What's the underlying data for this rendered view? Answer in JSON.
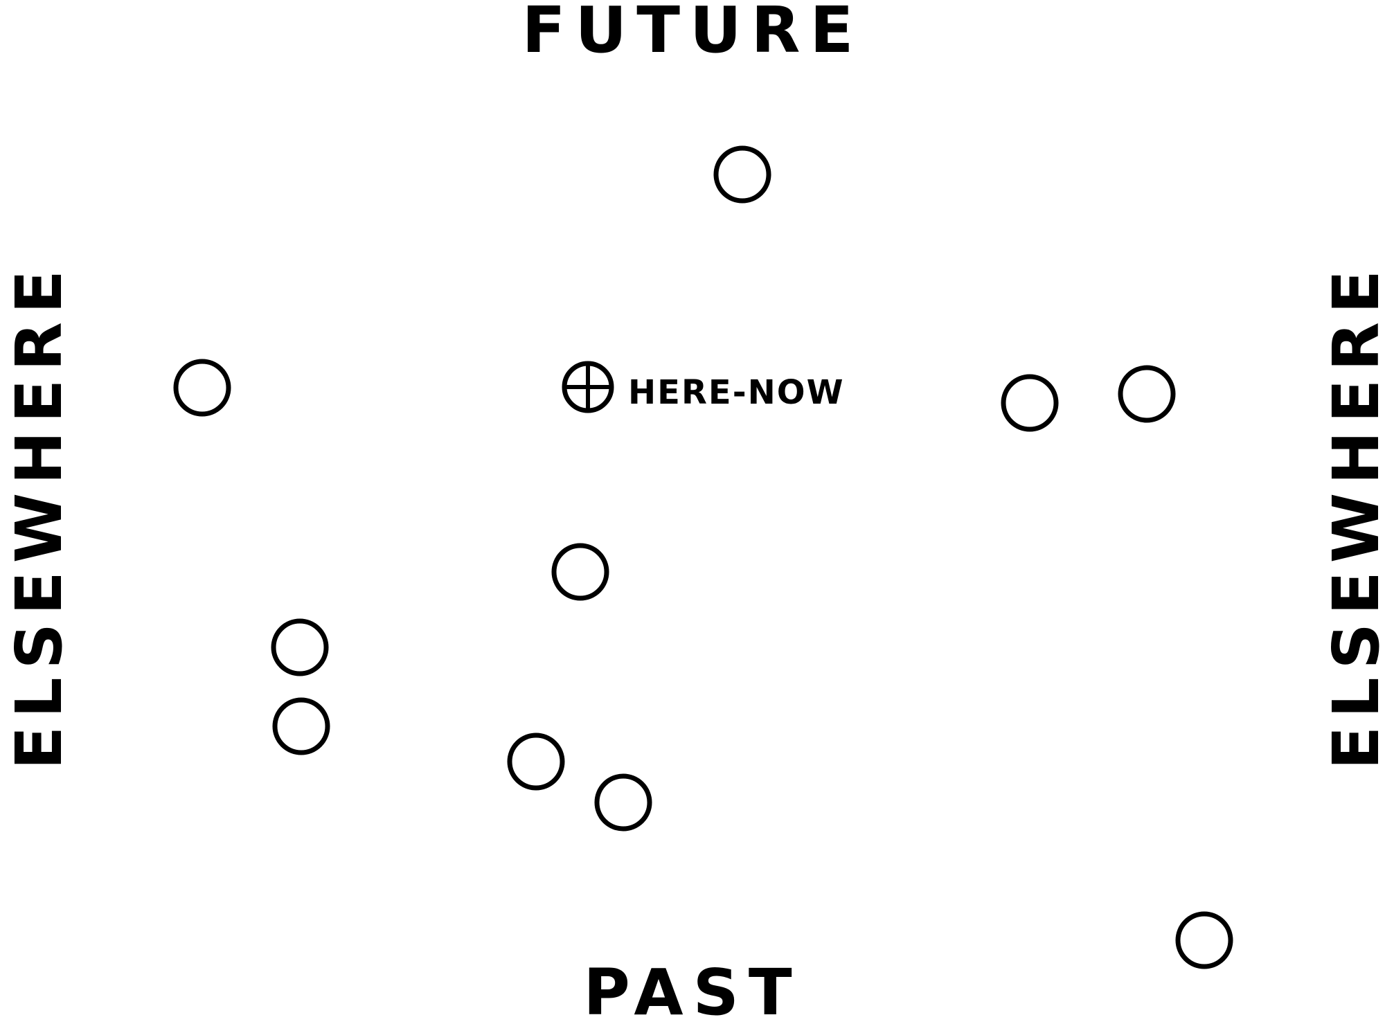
{
  "labels": {
    "future": "FUTURE",
    "past": "PAST",
    "elsewhere_left": "ELSEWHERE",
    "elsewhere_right": "ELSEWHERE",
    "here_now": "HERE-NOW"
  },
  "colors": {
    "ink": "#000000",
    "background": "#ffffff"
  },
  "icons": {
    "here_now_marker": "circled-plus-icon",
    "event": "hollow-circle-icon"
  }
}
